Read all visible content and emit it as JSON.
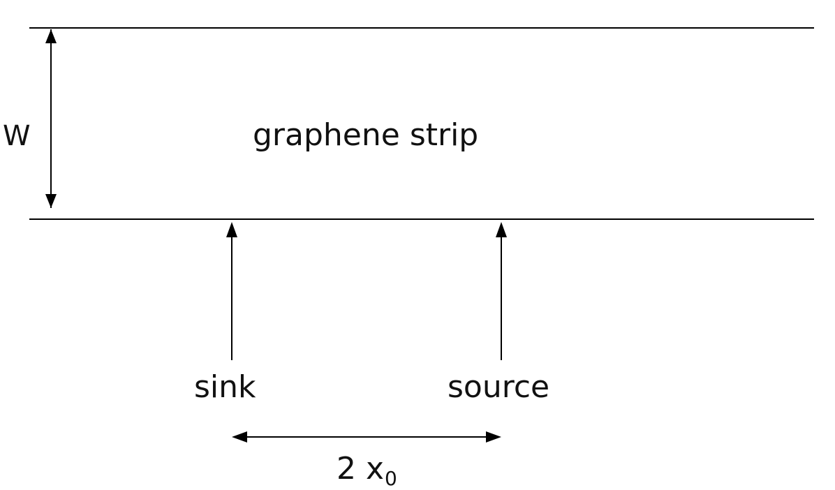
{
  "labels": {
    "width_symbol": "W",
    "strip": "graphene strip",
    "sink": "sink",
    "source": "source",
    "distance_coefficient": "2",
    "distance_variable": "x",
    "distance_subscript": "0"
  },
  "colors": {
    "line": "#000000",
    "text": "#111111",
    "background": "#ffffff"
  }
}
